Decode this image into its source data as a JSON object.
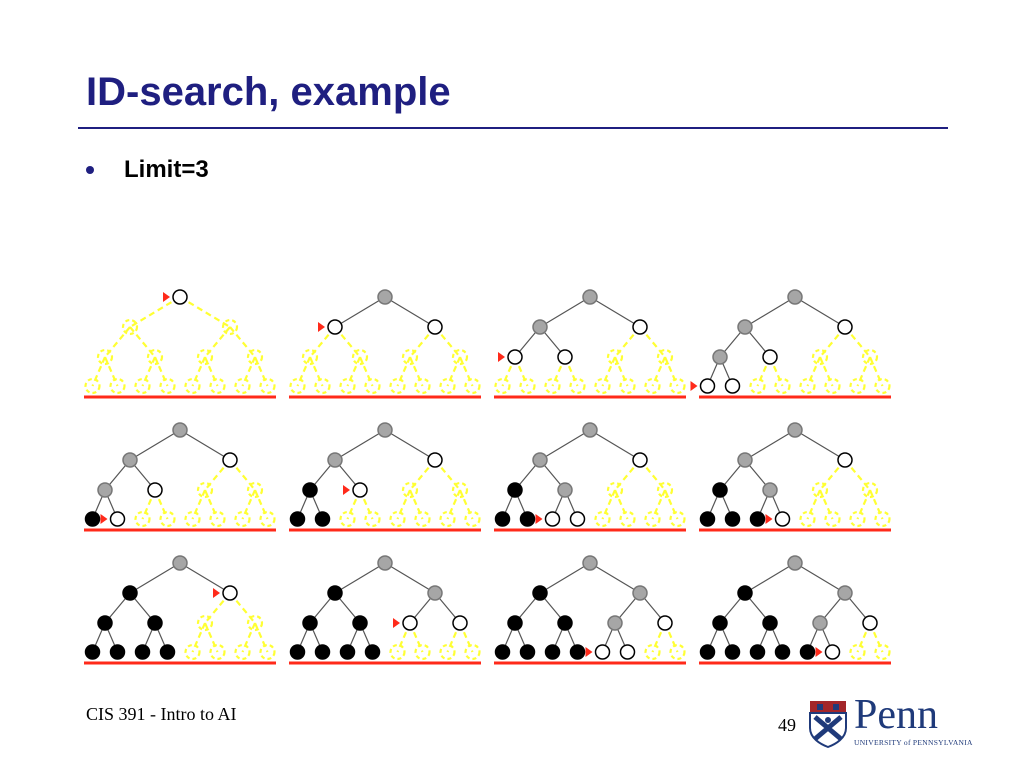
{
  "slide": {
    "title": "ID-search, example",
    "bullets": [
      "Limit=3"
    ],
    "footer": "CIS 391 - Intro to AI",
    "page_number": "49",
    "logo": {
      "wordmark": "Penn",
      "subtitle": "UNIVERSITY of PENNSYLVANIA"
    }
  },
  "colors": {
    "title": "#1f1f80",
    "explored": "#a6a6a6",
    "frontier": "#ffffff",
    "expanded_leaf": "#000000",
    "unexplored": "#ffff33",
    "baseline": "#ff2a1a",
    "marker": "#ff2a1a"
  },
  "tree_diagrams": [
    {
      "panel": 1,
      "states": [
        "F",
        "U",
        "U",
        "U",
        "U",
        "U",
        "U",
        "U",
        "U",
        "U",
        "U",
        "U",
        "U",
        "U",
        "U"
      ],
      "marker": 0
    },
    {
      "panel": 2,
      "states": [
        "E",
        "F",
        "F",
        "U",
        "U",
        "U",
        "U",
        "U",
        "U",
        "U",
        "U",
        "U",
        "U",
        "U",
        "U"
      ],
      "marker": 1
    },
    {
      "panel": 3,
      "states": [
        "E",
        "E",
        "F",
        "F",
        "F",
        "U",
        "U",
        "U",
        "U",
        "U",
        "U",
        "U",
        "U",
        "U",
        "U"
      ],
      "marker": 3
    },
    {
      "panel": 4,
      "states": [
        "E",
        "E",
        "F",
        "E",
        "F",
        "U",
        "U",
        "F",
        "F",
        "U",
        "U",
        "U",
        "U",
        "U",
        "U"
      ],
      "marker": 7
    },
    {
      "panel": 5,
      "states": [
        "E",
        "E",
        "F",
        "E",
        "F",
        "U",
        "U",
        "B",
        "F",
        "U",
        "U",
        "U",
        "U",
        "U",
        "U"
      ],
      "marker": 8
    },
    {
      "panel": 6,
      "states": [
        "E",
        "E",
        "F",
        "B",
        "F",
        "U",
        "U",
        "B",
        "B",
        "U",
        "U",
        "U",
        "U",
        "U",
        "U"
      ],
      "marker": 4
    },
    {
      "panel": 7,
      "states": [
        "E",
        "E",
        "F",
        "B",
        "E",
        "U",
        "U",
        "B",
        "B",
        "F",
        "F",
        "U",
        "U",
        "U",
        "U"
      ],
      "marker": 9
    },
    {
      "panel": 8,
      "states": [
        "E",
        "E",
        "F",
        "B",
        "E",
        "U",
        "U",
        "B",
        "B",
        "B",
        "F",
        "U",
        "U",
        "U",
        "U"
      ],
      "marker": 10
    },
    {
      "panel": 9,
      "states": [
        "E",
        "B",
        "F",
        "B",
        "B",
        "U",
        "U",
        "B",
        "B",
        "B",
        "B",
        "U",
        "U",
        "U",
        "U"
      ],
      "marker": 2
    },
    {
      "panel": 10,
      "states": [
        "E",
        "B",
        "E",
        "B",
        "B",
        "F",
        "F",
        "B",
        "B",
        "B",
        "B",
        "U",
        "U",
        "U",
        "U"
      ],
      "marker": 5
    },
    {
      "panel": 11,
      "states": [
        "E",
        "B",
        "E",
        "B",
        "B",
        "E",
        "F",
        "B",
        "B",
        "B",
        "B",
        "F",
        "F",
        "U",
        "U"
      ],
      "marker": 11
    },
    {
      "panel": 12,
      "states": [
        "E",
        "B",
        "E",
        "B",
        "B",
        "E",
        "F",
        "B",
        "B",
        "B",
        "B",
        "B",
        "F",
        "U",
        "U"
      ],
      "marker": 12
    }
  ]
}
